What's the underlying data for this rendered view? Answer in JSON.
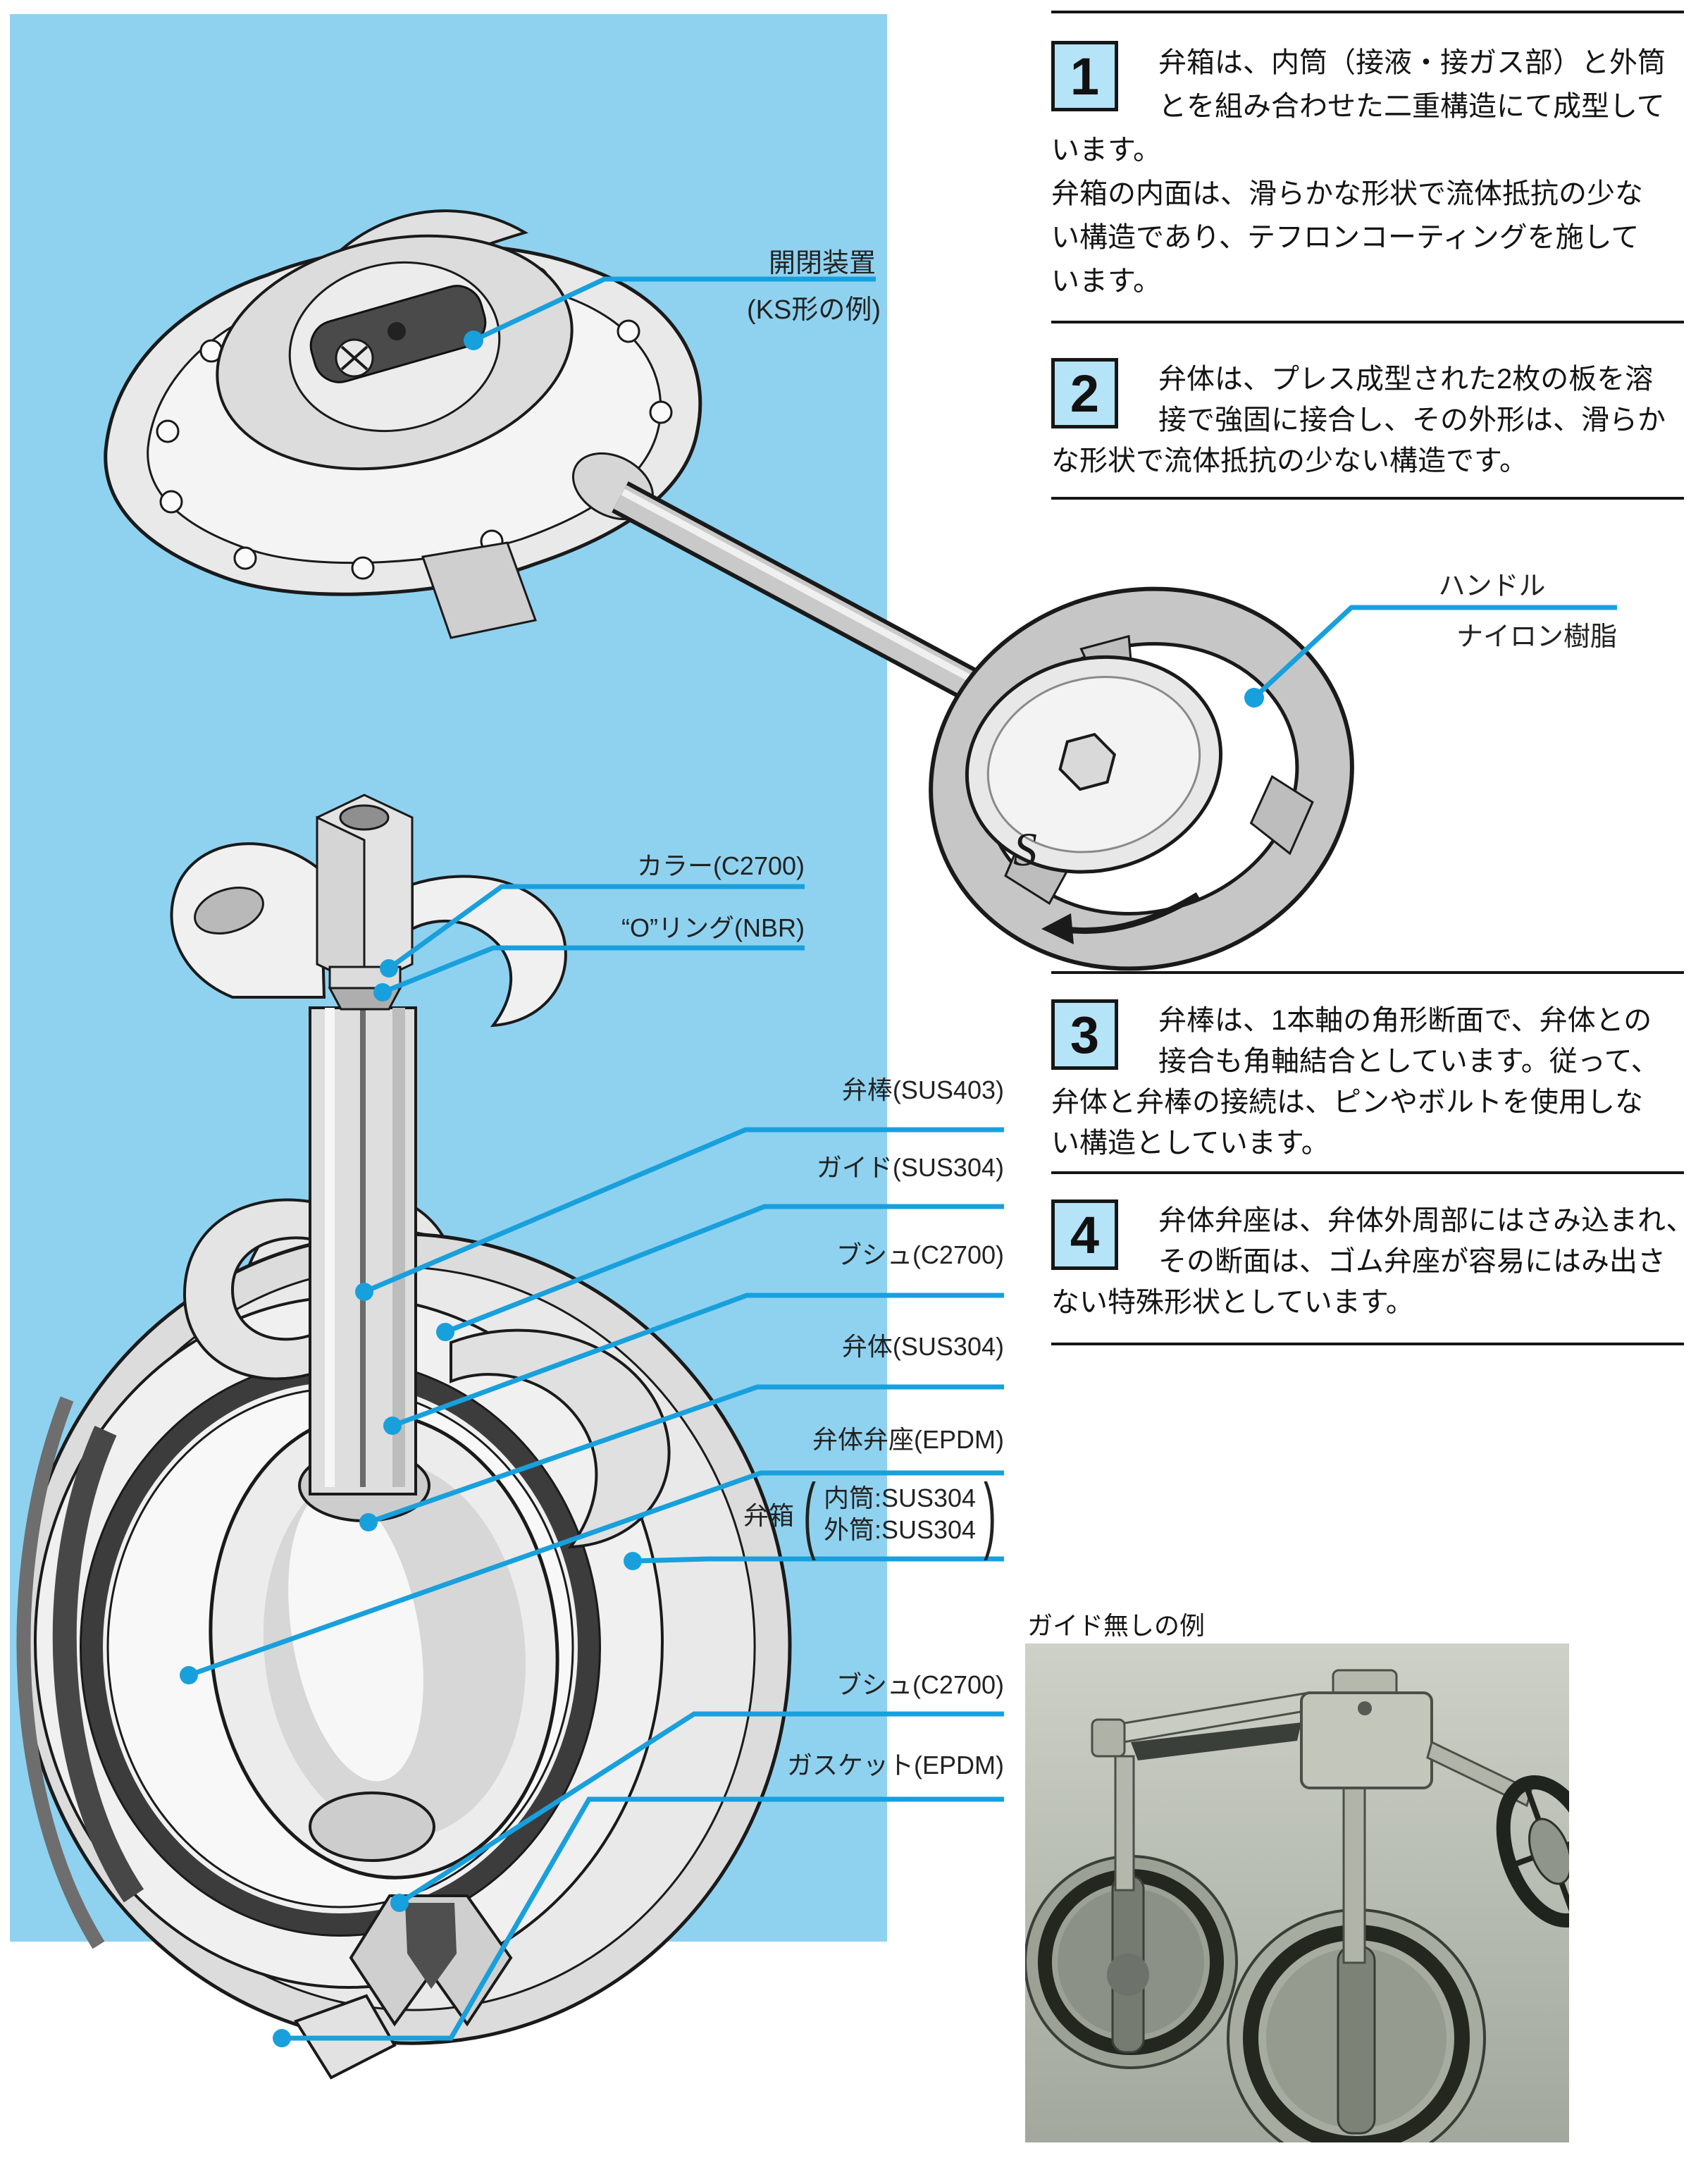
{
  "colors": {
    "panel_blue": "#8fd2f0",
    "leader_blue": "#18a0dd",
    "numbox_blue": "#b5e3f7",
    "ink": "#161616",
    "photo_gray": "#b3b9ac"
  },
  "operator_label": {
    "line1": "開閉装置",
    "line2": "(KS形の例)"
  },
  "handle_label": {
    "line1": "ハンドル",
    "line2": "ナイロン樹脂"
  },
  "part_labels": {
    "collar": "カラー(C2700)",
    "oring": "“O”リング(NBR)",
    "stem": "弁棒(SUS403)",
    "guide": "ガイド(SUS304)",
    "bush_upper": "ブシュ(C2700)",
    "disc": "弁体(SUS304)",
    "disc_seat": "弁体弁座(EPDM)",
    "body_name": "弁箱",
    "body_inner": "内筒:SUS304",
    "body_outer": "外筒:SUS304",
    "bush_lower": "ブシュ(C2700)",
    "gasket": "ガスケット(EPDM)"
  },
  "sections": [
    {
      "number": "1",
      "lines": [
        "弁箱は、内筒（接液・接ガス部）と外筒",
        "とを組み合わせた二重構造にて成型して",
        "います。",
        "弁箱の内面は、滑らかな形状で流体抵抗の少な",
        "い構造であり、テフロンコーティングを施して",
        "います。"
      ]
    },
    {
      "number": "2",
      "lines": [
        "弁体は、プレス成型された2枚の板を溶",
        "接で強固に接合し、その外形は、滑らか",
        "な形状で流体抵抗の少ない構造です。"
      ]
    },
    {
      "number": "3",
      "lines": [
        "弁棒は、1本軸の角形断面で、弁体との",
        "接合も角軸結合としています。従って、",
        "弁体と弁棒の接続は、ピンやボルトを使用しな",
        "い構造としています。"
      ]
    },
    {
      "number": "4",
      "lines": [
        "弁体弁座は、弁体外周部にはさみ込まれ、",
        "その断面は、ゴム弁座が容易にはみ出さ",
        "ない特殊形状としています。"
      ]
    }
  ],
  "photo": {
    "caption": "ガイド無しの例"
  },
  "wheel_mark": "S"
}
